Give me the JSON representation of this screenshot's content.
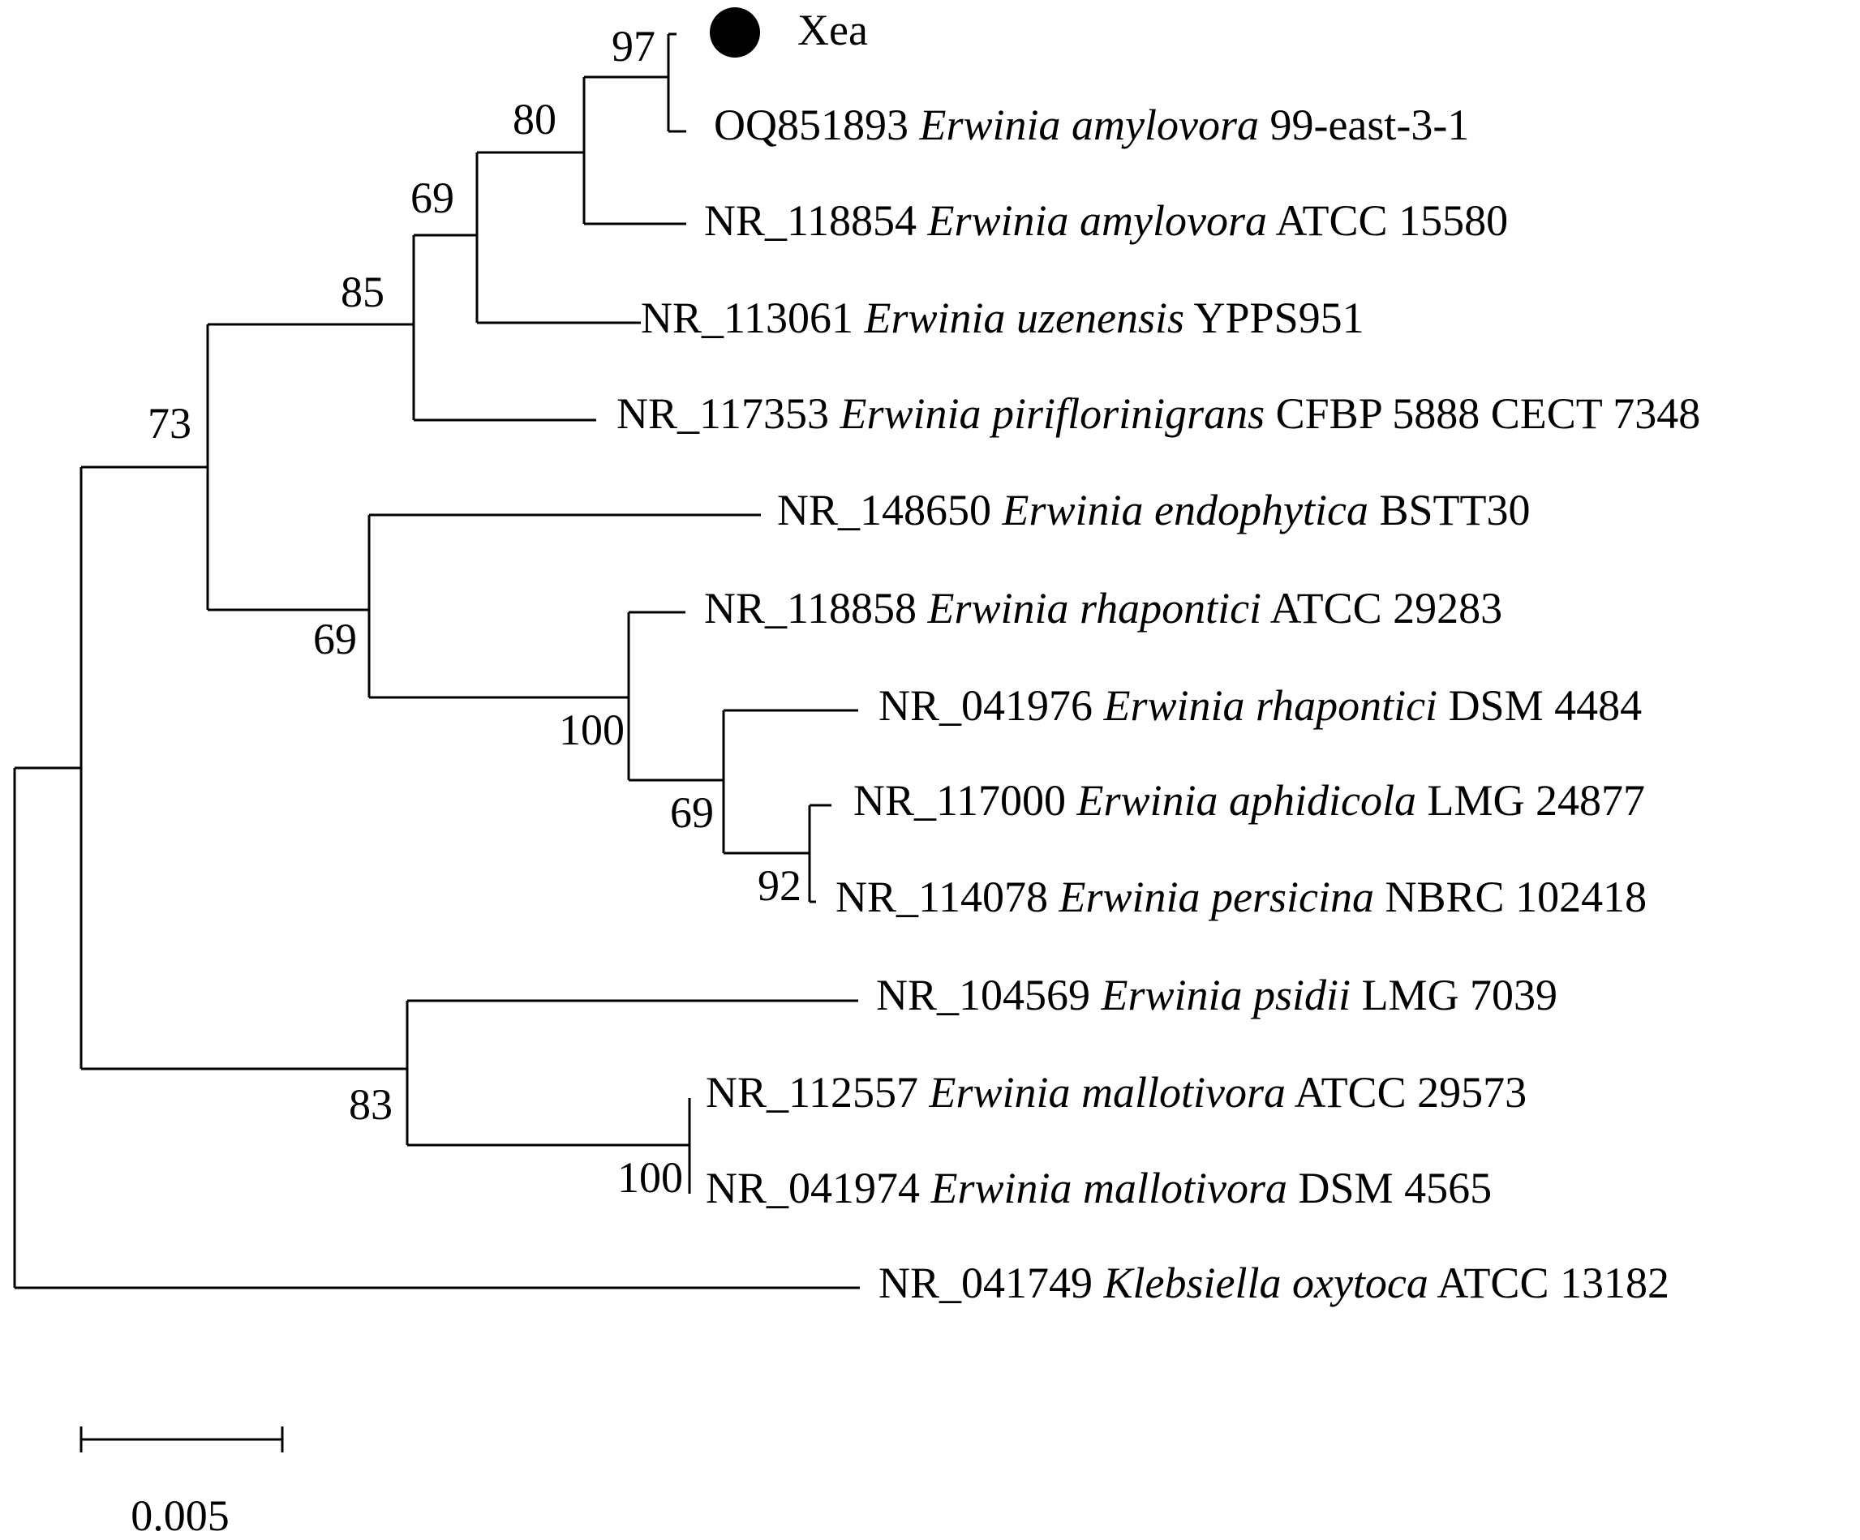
{
  "marker_color": "#000000",
  "query_label": "Xea",
  "taxa": [
    {
      "id": "OQ851893",
      "acc": "OQ851893",
      "genus_species": "Erwinia amylovora",
      "strain": "99-east-3-1"
    },
    {
      "id": "NR_118854",
      "acc": "NR_118854",
      "genus_species": "Erwinia amylovora",
      "strain": "ATCC 15580"
    },
    {
      "id": "NR_113061",
      "acc": "NR_113061",
      "genus_species": "Erwinia uzenensis",
      "strain": "YPPS951"
    },
    {
      "id": "NR_117353",
      "acc": "NR_117353",
      "genus_species": "Erwinia piriflorinigrans",
      "strain": "CFBP 5888 CECT 7348"
    },
    {
      "id": "NR_148650",
      "acc": "NR_148650",
      "genus_species": "Erwinia endophytica",
      "strain": "BSTT30"
    },
    {
      "id": "NR_118858",
      "acc": "NR_118858",
      "genus_species": "Erwinia rhapontici",
      "strain": "ATCC 29283"
    },
    {
      "id": "NR_041976",
      "acc": "NR_041976",
      "genus_species": "Erwinia rhapontici",
      "strain": "DSM 4484"
    },
    {
      "id": "NR_117000",
      "acc": "NR_117000",
      "genus_species": "Erwinia aphidicola",
      "strain": "LMG 24877"
    },
    {
      "id": "NR_114078",
      "acc": "NR_114078",
      "genus_species": "Erwinia persicina",
      "strain": "NBRC 102418"
    },
    {
      "id": "NR_104569",
      "acc": "NR_104569",
      "genus_species": "Erwinia psidii",
      "strain": "LMG 7039"
    },
    {
      "id": "NR_112557",
      "acc": "NR_112557",
      "genus_species": "Erwinia mallotivora",
      "strain": "ATCC 29573"
    },
    {
      "id": "NR_041974",
      "acc": "NR_041974",
      "genus_species": "Erwinia mallotivora",
      "strain": "DSM 4565"
    },
    {
      "id": "NR_041749",
      "acc": "NR_041749",
      "genus_species": "Klebsiella oxytoca",
      "strain": "ATCC 13182"
    }
  ],
  "bootstrap": {
    "xea_oq851893": "97",
    "amylovora_clade": "80",
    "uzenensis_clade": "69",
    "piriflorinigrans_clade": "85",
    "upper_group": "73",
    "endophytica_rhapontici": "69",
    "rhapontici_group": "100",
    "rhapontici_aphidicola_persicina": "69",
    "aphidicola_persicina": "92",
    "psidii_mallotivora": "83",
    "mallotivora_pair": "100"
  },
  "scale_bar": {
    "label": "0.005"
  }
}
